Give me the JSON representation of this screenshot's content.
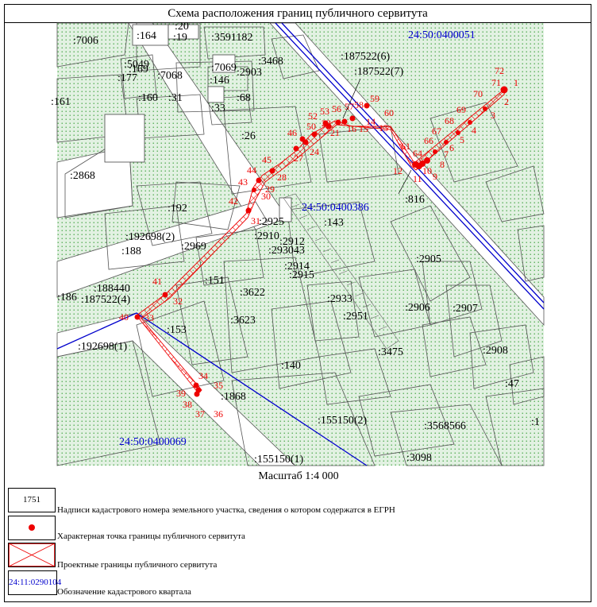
{
  "title": "Схема расположения границ публичного сервитута",
  "scale": "Масштаб 1:4 000",
  "colors": {
    "parcel_fill": "#dff0df",
    "parcel_stroke": "#555555",
    "point": "#ee0000",
    "quarter_border": "#0000cc",
    "quarter_label": "#0000cc"
  },
  "quarters": [
    ":0400051",
    "24:50:0400386",
    "24:50:0400069"
  ],
  "quarter_labels": [
    "24:50:0400051",
    "24:50:0400386",
    "24:50:0400069"
  ],
  "parcels": [
    ":7006",
    ":164",
    ":19",
    ":3591182",
    ":20",
    ":3468",
    ":187522(6)",
    ":187522(7)",
    ":5049",
    ":169",
    ":177",
    ":7068",
    ":7069",
    ":146",
    ":2903",
    ":161",
    ":160",
    ":31",
    ":33",
    ":68",
    ":26",
    ":2868",
    ":816",
    ":192",
    ":143",
    ":2925",
    ":2910",
    ":2912",
    ":192698(2)",
    ":2969",
    ":188",
    ":293043",
    ":2905",
    ":2914",
    ":2915",
    ":151",
    ":188440",
    ":187522(4)",
    ":186",
    ":3622",
    ":2933",
    ":2906",
    ":2907",
    ":153",
    ":3623",
    ":2951",
    ":192698(1)",
    ":2908",
    ":3475",
    ":140",
    ":47",
    ":1868",
    ":155150(2)",
    ":3568566",
    ":1",
    ":155150(1)",
    ":3098"
  ],
  "point_labels": [
    "1",
    "2",
    "3",
    "4",
    "5",
    "6",
    "7",
    "8",
    "9",
    "10",
    "11",
    "12",
    "13",
    "14",
    "15",
    "16",
    "21",
    "23",
    "24",
    "27",
    "28",
    "29",
    "30",
    "31",
    "32",
    "33",
    "34",
    "35",
    "36",
    "37",
    "38",
    "39",
    "40",
    "41",
    "42",
    "43",
    "44",
    "45",
    "46",
    "50",
    "52",
    "53",
    "56",
    "57",
    "58",
    "59",
    "60",
    "61",
    "64",
    "66",
    "67",
    "68",
    "69",
    "70",
    "71",
    "72"
  ],
  "legend": [
    {
      "sample": "1751",
      "text": "Надписи кадастрового номера земельного участка, сведения о котором содержатся в ЕГРН"
    },
    {
      "sample": "",
      "text": "Характерная точка границы публичного сервитута"
    },
    {
      "sample": "",
      "text": "Проектные границы публичного сервитута"
    },
    {
      "sample": "24:11:0290104",
      "text": "Обозначение кадастрового квартала"
    }
  ]
}
